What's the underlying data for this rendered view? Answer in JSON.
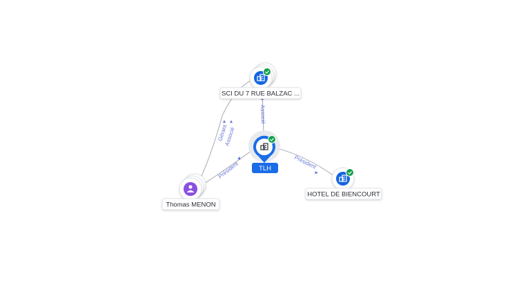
{
  "colors": {
    "edge": "#9aa0aa",
    "edge_label": "#6a76d8",
    "company": "#1565e0",
    "person": "#8a4fe0",
    "verified": "#13a14b",
    "center": "#1a6de6"
  },
  "center": {
    "name": "TLH",
    "icon": "building-icon"
  },
  "nodes": {
    "sci": {
      "name": "SCI DU 7 RUE BALZAC ...",
      "icon": "building-icon",
      "verified": true
    },
    "hotel": {
      "name": "HOTEL DE BIENCOURT",
      "icon": "building-icon",
      "verified": true
    },
    "person": {
      "name": "Thomas MENON",
      "icon": "person-icon"
    }
  },
  "edges": {
    "sci_center": "Associé",
    "center_hotel": "Président",
    "person_center": "Président",
    "person_sci_1": "Gérant",
    "person_sci_2": "Associé"
  }
}
